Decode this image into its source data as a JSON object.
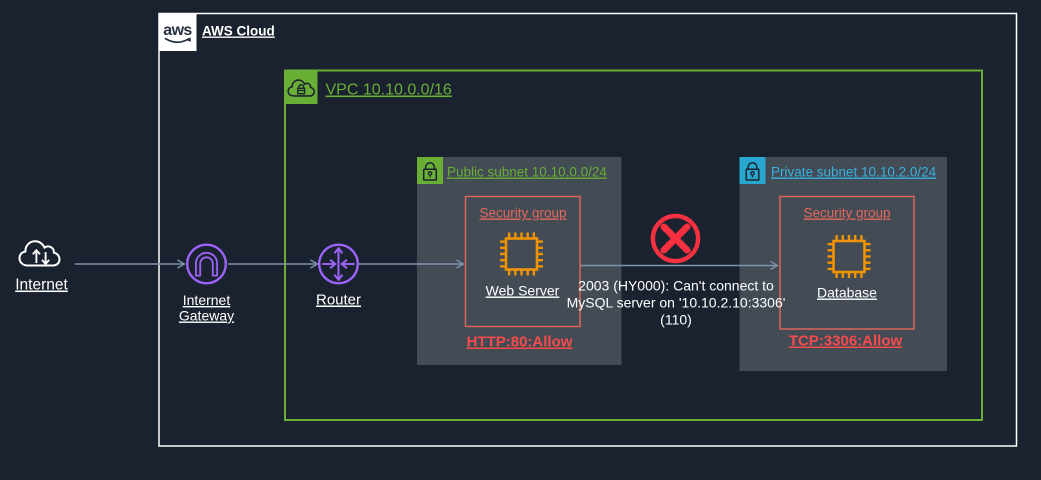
{
  "colors": {
    "background": "#1B222F",
    "container_border": "#FFFFFF",
    "text_primary": "#FFFFFF",
    "green": "#69AE35",
    "cyan_fill": "#29A7CE",
    "cyan_text": "#38B2DE",
    "purple": "#9B63F8",
    "orange": "#EF9400",
    "salmon": "#E4685C",
    "red_bold": "#F94B4B",
    "error_red": "#F9303F",
    "arrow": "#7E93AC",
    "subnet_fill": "#434B55",
    "glyph_dark": "#1B222F",
    "logo_dark": "#252F3E"
  },
  "diagram": {
    "logo": {
      "text": "aws"
    },
    "aws_cloud": {
      "label": "AWS Cloud"
    },
    "vpc": {
      "label": "VPC 10.10.0.0/16"
    },
    "public_subnet": {
      "label": "Public subnet 10.10.0.0/24"
    },
    "private_subnet": {
      "label": "Private subnet 10.10.2.0/24"
    },
    "web_security_group": {
      "label": "Security group",
      "instance": "Web Server",
      "rule": "HTTP:80:Allow"
    },
    "db_security_group": {
      "label": "Security group",
      "instance": "Database",
      "rule": "TCP:3306:Allow"
    },
    "internet": {
      "label": "Internet"
    },
    "internet_gateway": {
      "label_line1": "Internet",
      "label_line2": "Gateway"
    },
    "router": {
      "label": "Router"
    },
    "error": {
      "line1": "2003 (HY000): Can't connect to",
      "line2": "MySQL server on '10.10.2.10:3306'",
      "line3": "(110)"
    }
  }
}
